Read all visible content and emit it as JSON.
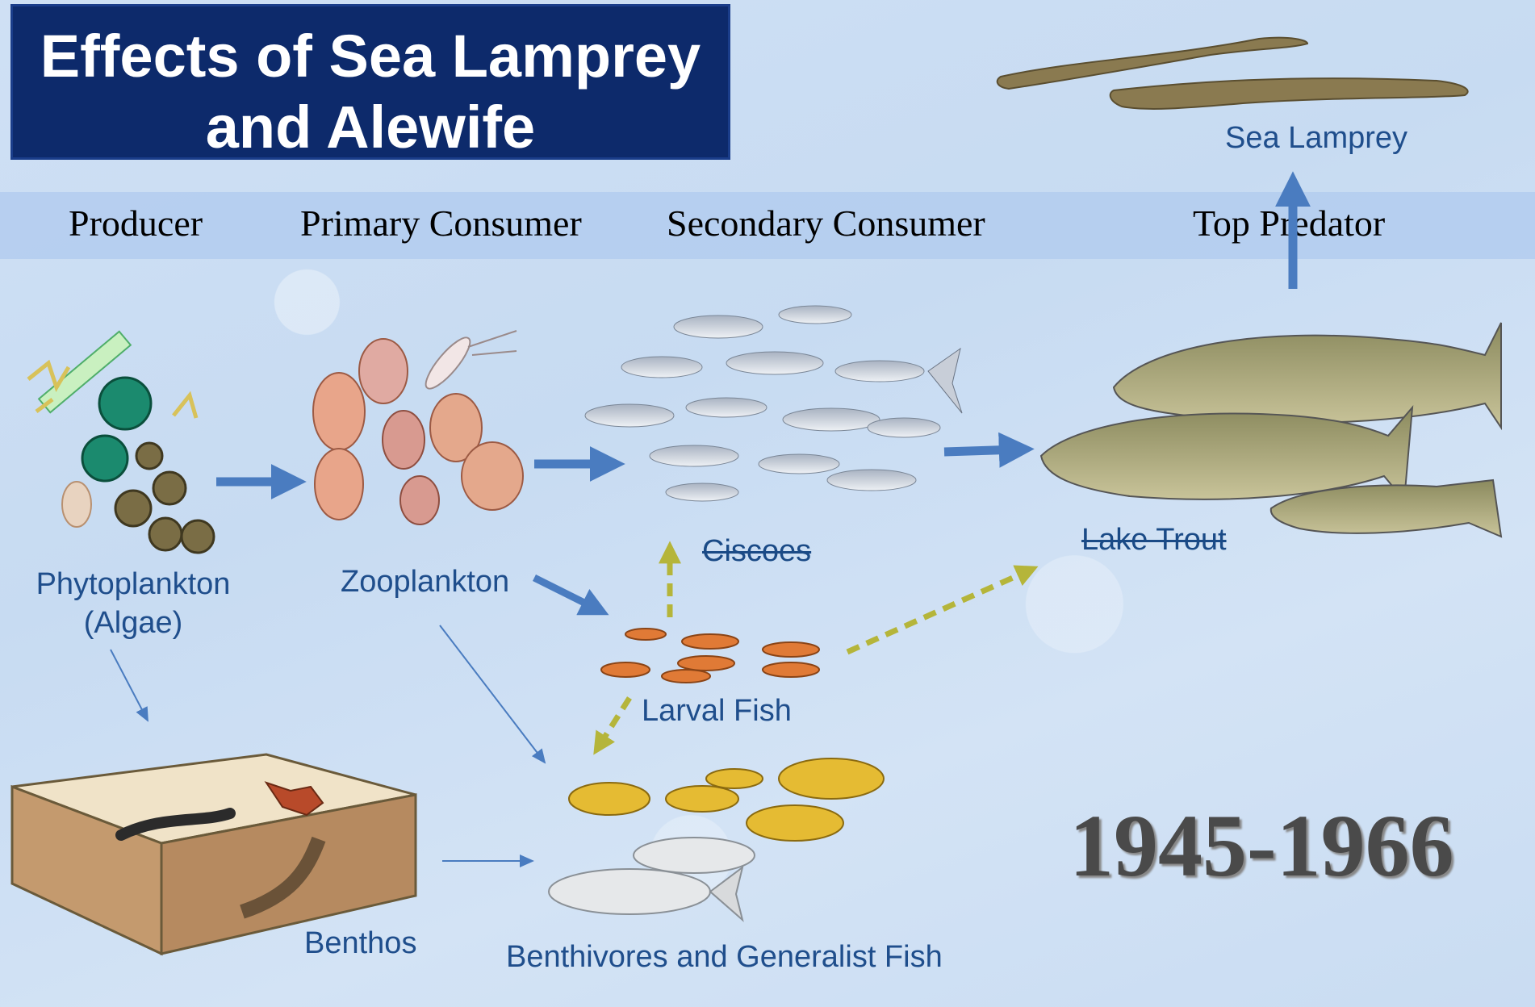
{
  "title": {
    "line1": "Effects of Sea Lamprey",
    "line2": "and Alewife"
  },
  "trophic_levels": {
    "producer": "Producer",
    "primary_consumer": "Primary Consumer",
    "secondary_consumer": "Secondary Consumer",
    "top_predator": "Top Predator"
  },
  "organisms": {
    "sea_lamprey": "Sea Lamprey",
    "phytoplankton_line1": "Phytoplankton",
    "phytoplankton_line2": "(Algae)",
    "zooplankton": "Zooplankton",
    "ciscoes": "Ciscoes",
    "lake_trout": "Lake Trout",
    "larval_fish": "Larval Fish",
    "benthos": "Benthos",
    "benthivores": "Benthivores and Generalist Fish"
  },
  "years": "1945-1966",
  "colors": {
    "title_bg": "#0d2a6b",
    "arrow_solid": "#4a7cc0",
    "arrow_dashed": "#b5b53a",
    "label_text": "#1f4e8c"
  }
}
